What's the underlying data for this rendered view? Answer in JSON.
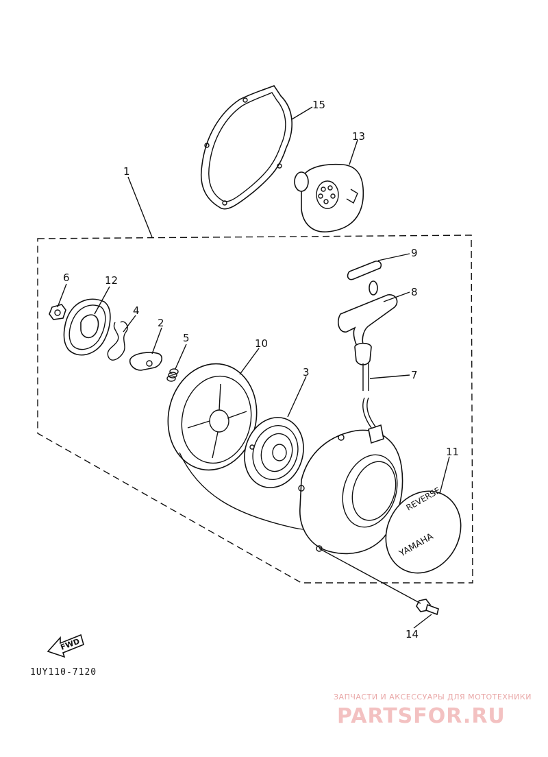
{
  "callouts": {
    "c1": "1",
    "c2": "2",
    "c3": "3",
    "c4": "4",
    "c5": "5",
    "c6": "6",
    "c7": "7",
    "c8": "8",
    "c9": "9",
    "c10": "10",
    "c11": "11",
    "c12": "12",
    "c13": "13",
    "c14": "14",
    "c15": "15"
  },
  "fwd_label": "FWD",
  "badge_text": "YAMAHA",
  "badge_reverse_text": "REVERSE",
  "diagram_code": "1UY110-7120",
  "watermark": {
    "tagline": "ЗАПЧАСТИ И АКСЕССУАРЫ ДЛЯ МОТОТЕХНИКИ",
    "logo": "PARTSFOR.RU"
  },
  "colors": {
    "line": "#111111",
    "watermark": "#f3c1c1",
    "watermark_text": "#e9a7a7"
  }
}
